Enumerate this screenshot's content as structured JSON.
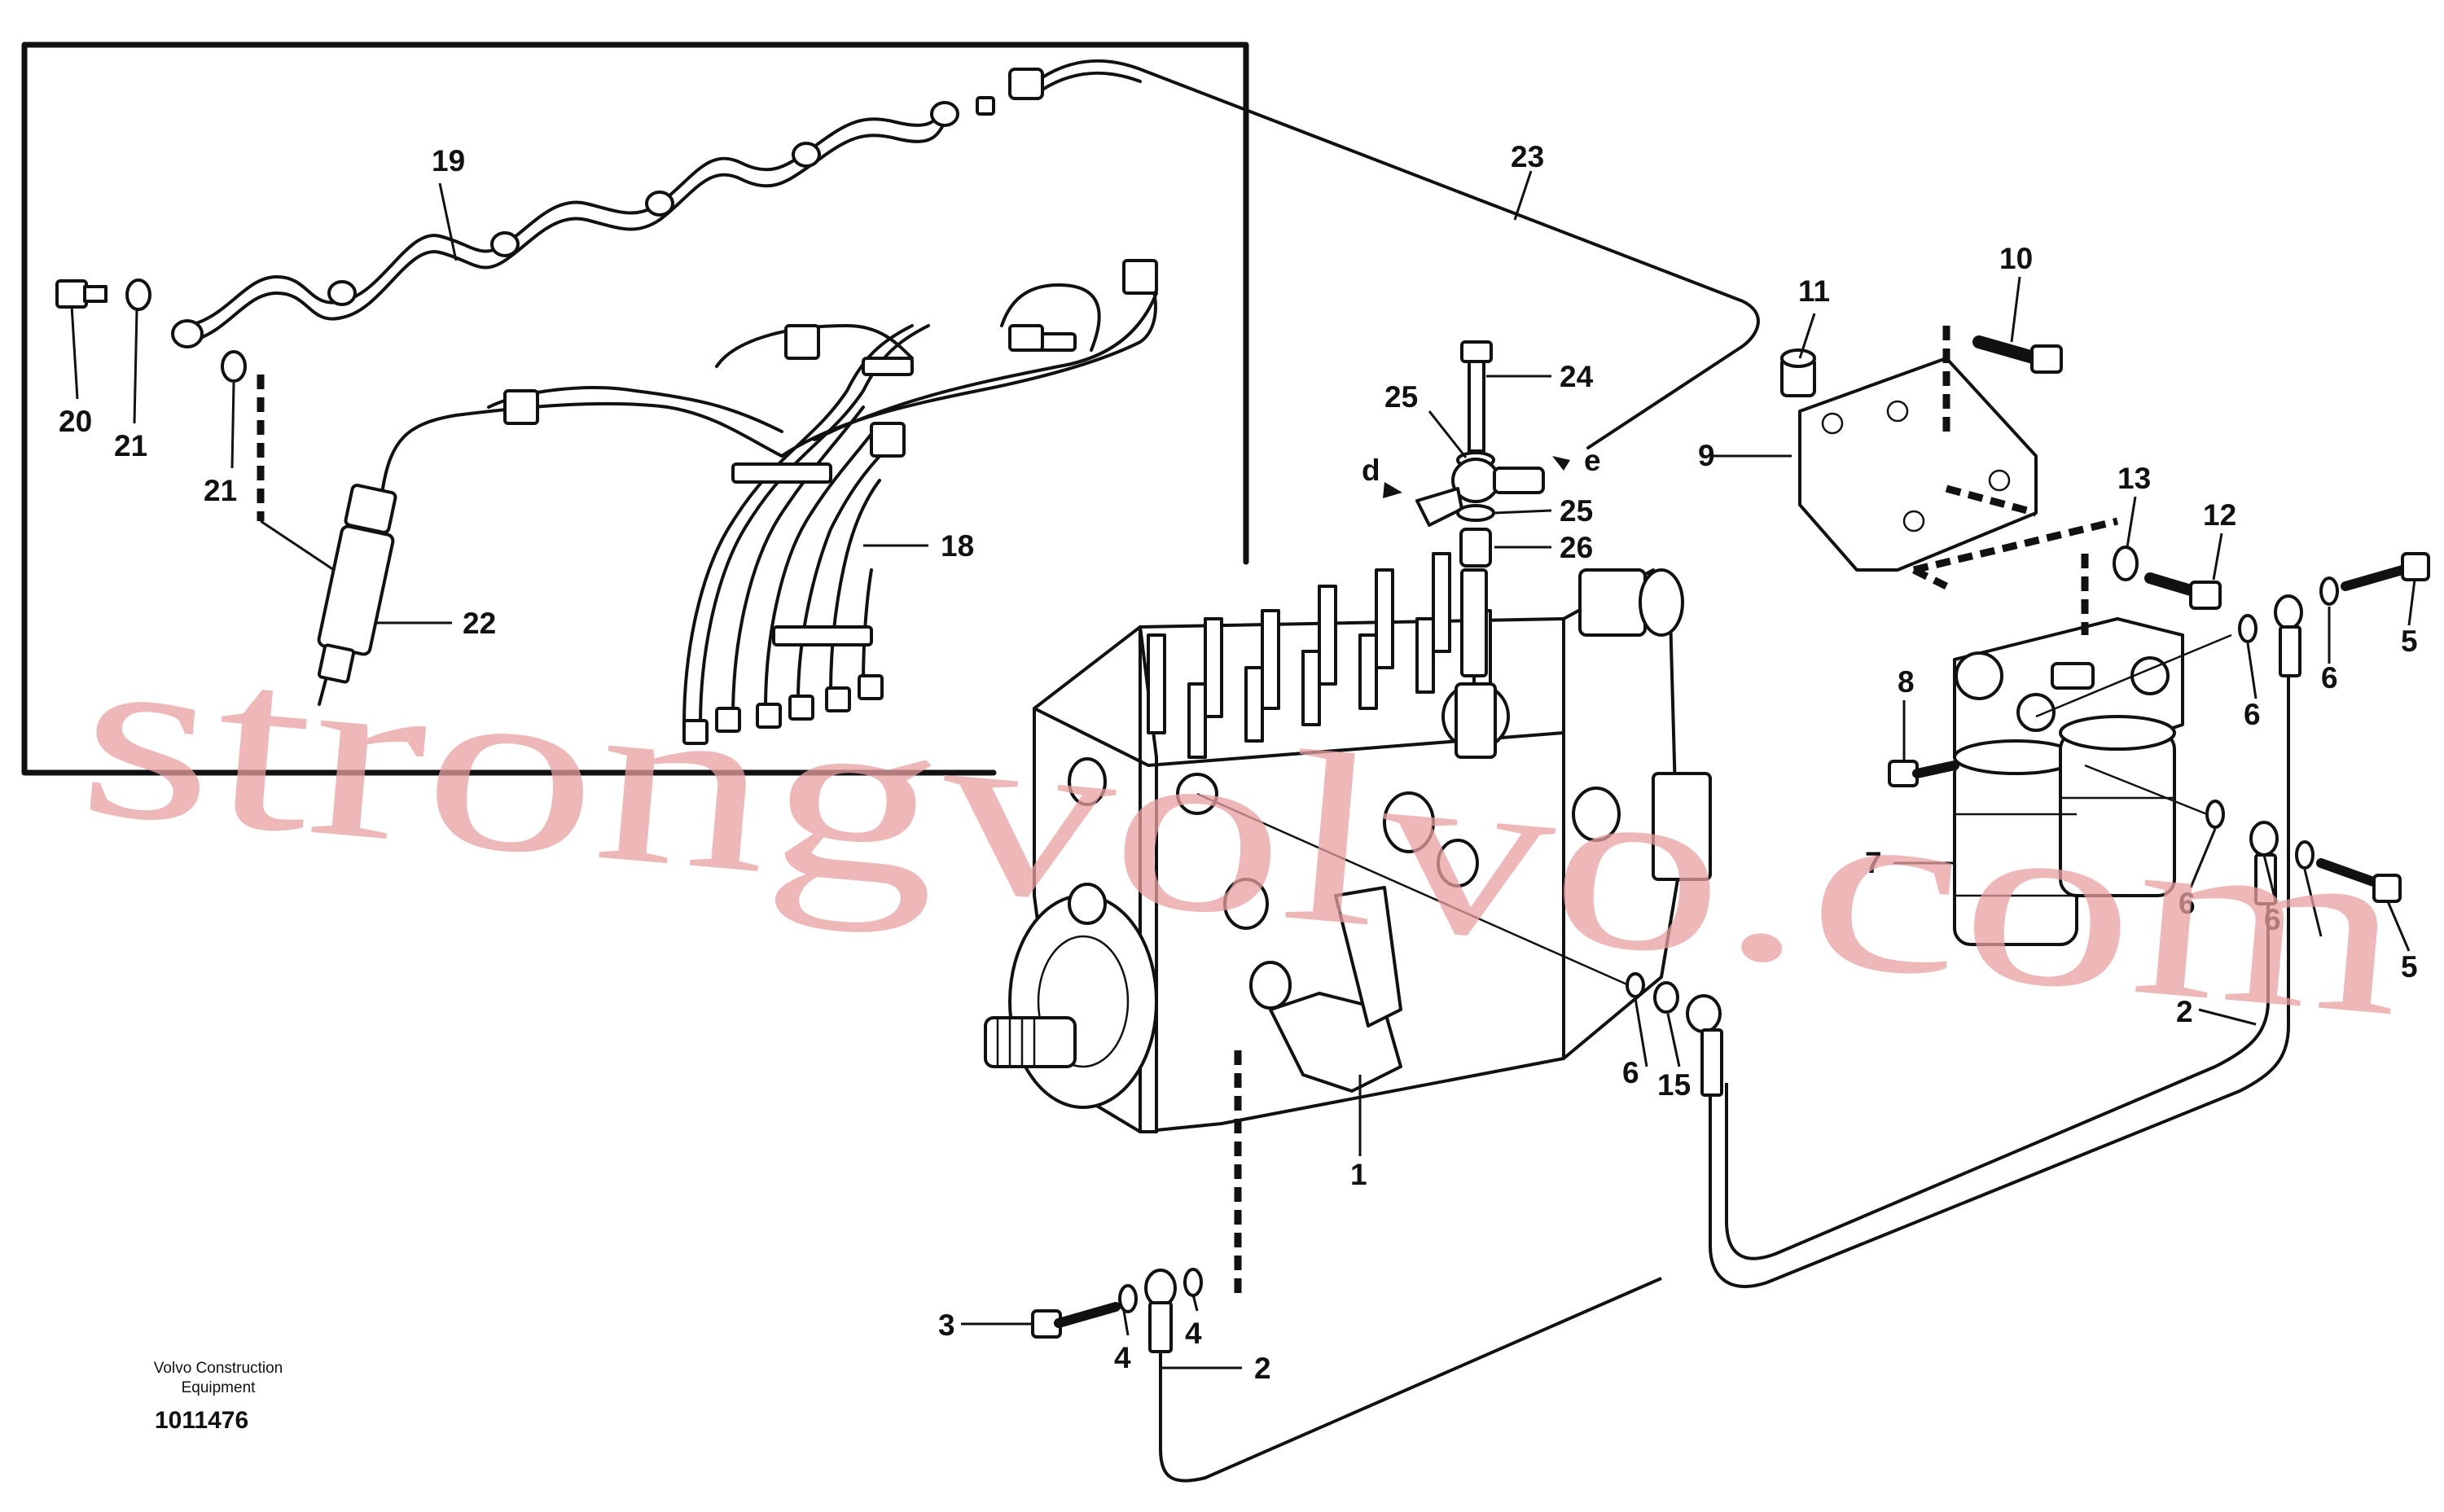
{
  "diagram": {
    "callouts": {
      "c1": "1",
      "c2a": "2",
      "c2b": "2",
      "c3": "3",
      "c4a": "4",
      "c4b": "4",
      "c5a": "5",
      "c5b": "5",
      "c6a": "6",
      "c6b": "6",
      "c6c": "6",
      "c6d": "6",
      "c6e": "6",
      "c7": "7",
      "c8": "8",
      "c9": "9",
      "c10": "10",
      "c11": "11",
      "c12": "12",
      "c13": "13",
      "c15": "15",
      "c18": "18",
      "c19": "19",
      "c20": "20",
      "c21a": "21",
      "c21b": "21",
      "c22": "22",
      "c23": "23",
      "c24": "24",
      "c25a": "25",
      "c25b": "25",
      "c26": "26",
      "cd": "d",
      "ce": "e"
    },
    "watermark": "strongvolvo.com",
    "footer": {
      "brand_line1": "Volvo Construction",
      "brand_line2": "Equipment",
      "drawing_number": "1011476"
    }
  }
}
